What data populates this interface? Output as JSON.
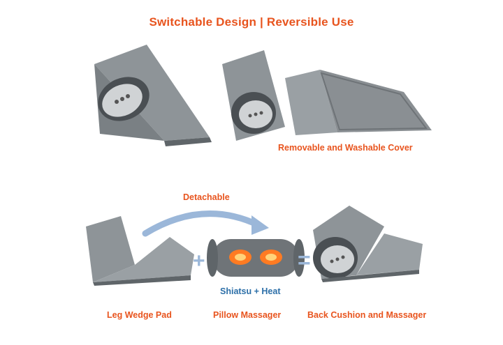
{
  "headline": "Switchable Design | Reversible Use",
  "captions": {
    "removable_cover": "Removable and Washable Cover",
    "detachable": "Detachable",
    "shiatsu_heat": "Shiatsu + Heat",
    "leg_wedge": "Leg Wedge Pad",
    "pillow_massager": "Pillow Massager",
    "back_cushion": "Back Cushion and Massager"
  },
  "symbols": {
    "plus": "+",
    "equals": "="
  },
  "colors": {
    "accent_orange": "#e8541e",
    "heat_blue": "#2c6fa8",
    "cushion_gray": "#8e9498",
    "cushion_dark": "#5f6569",
    "arrow_blue": "#9bb7d9"
  }
}
